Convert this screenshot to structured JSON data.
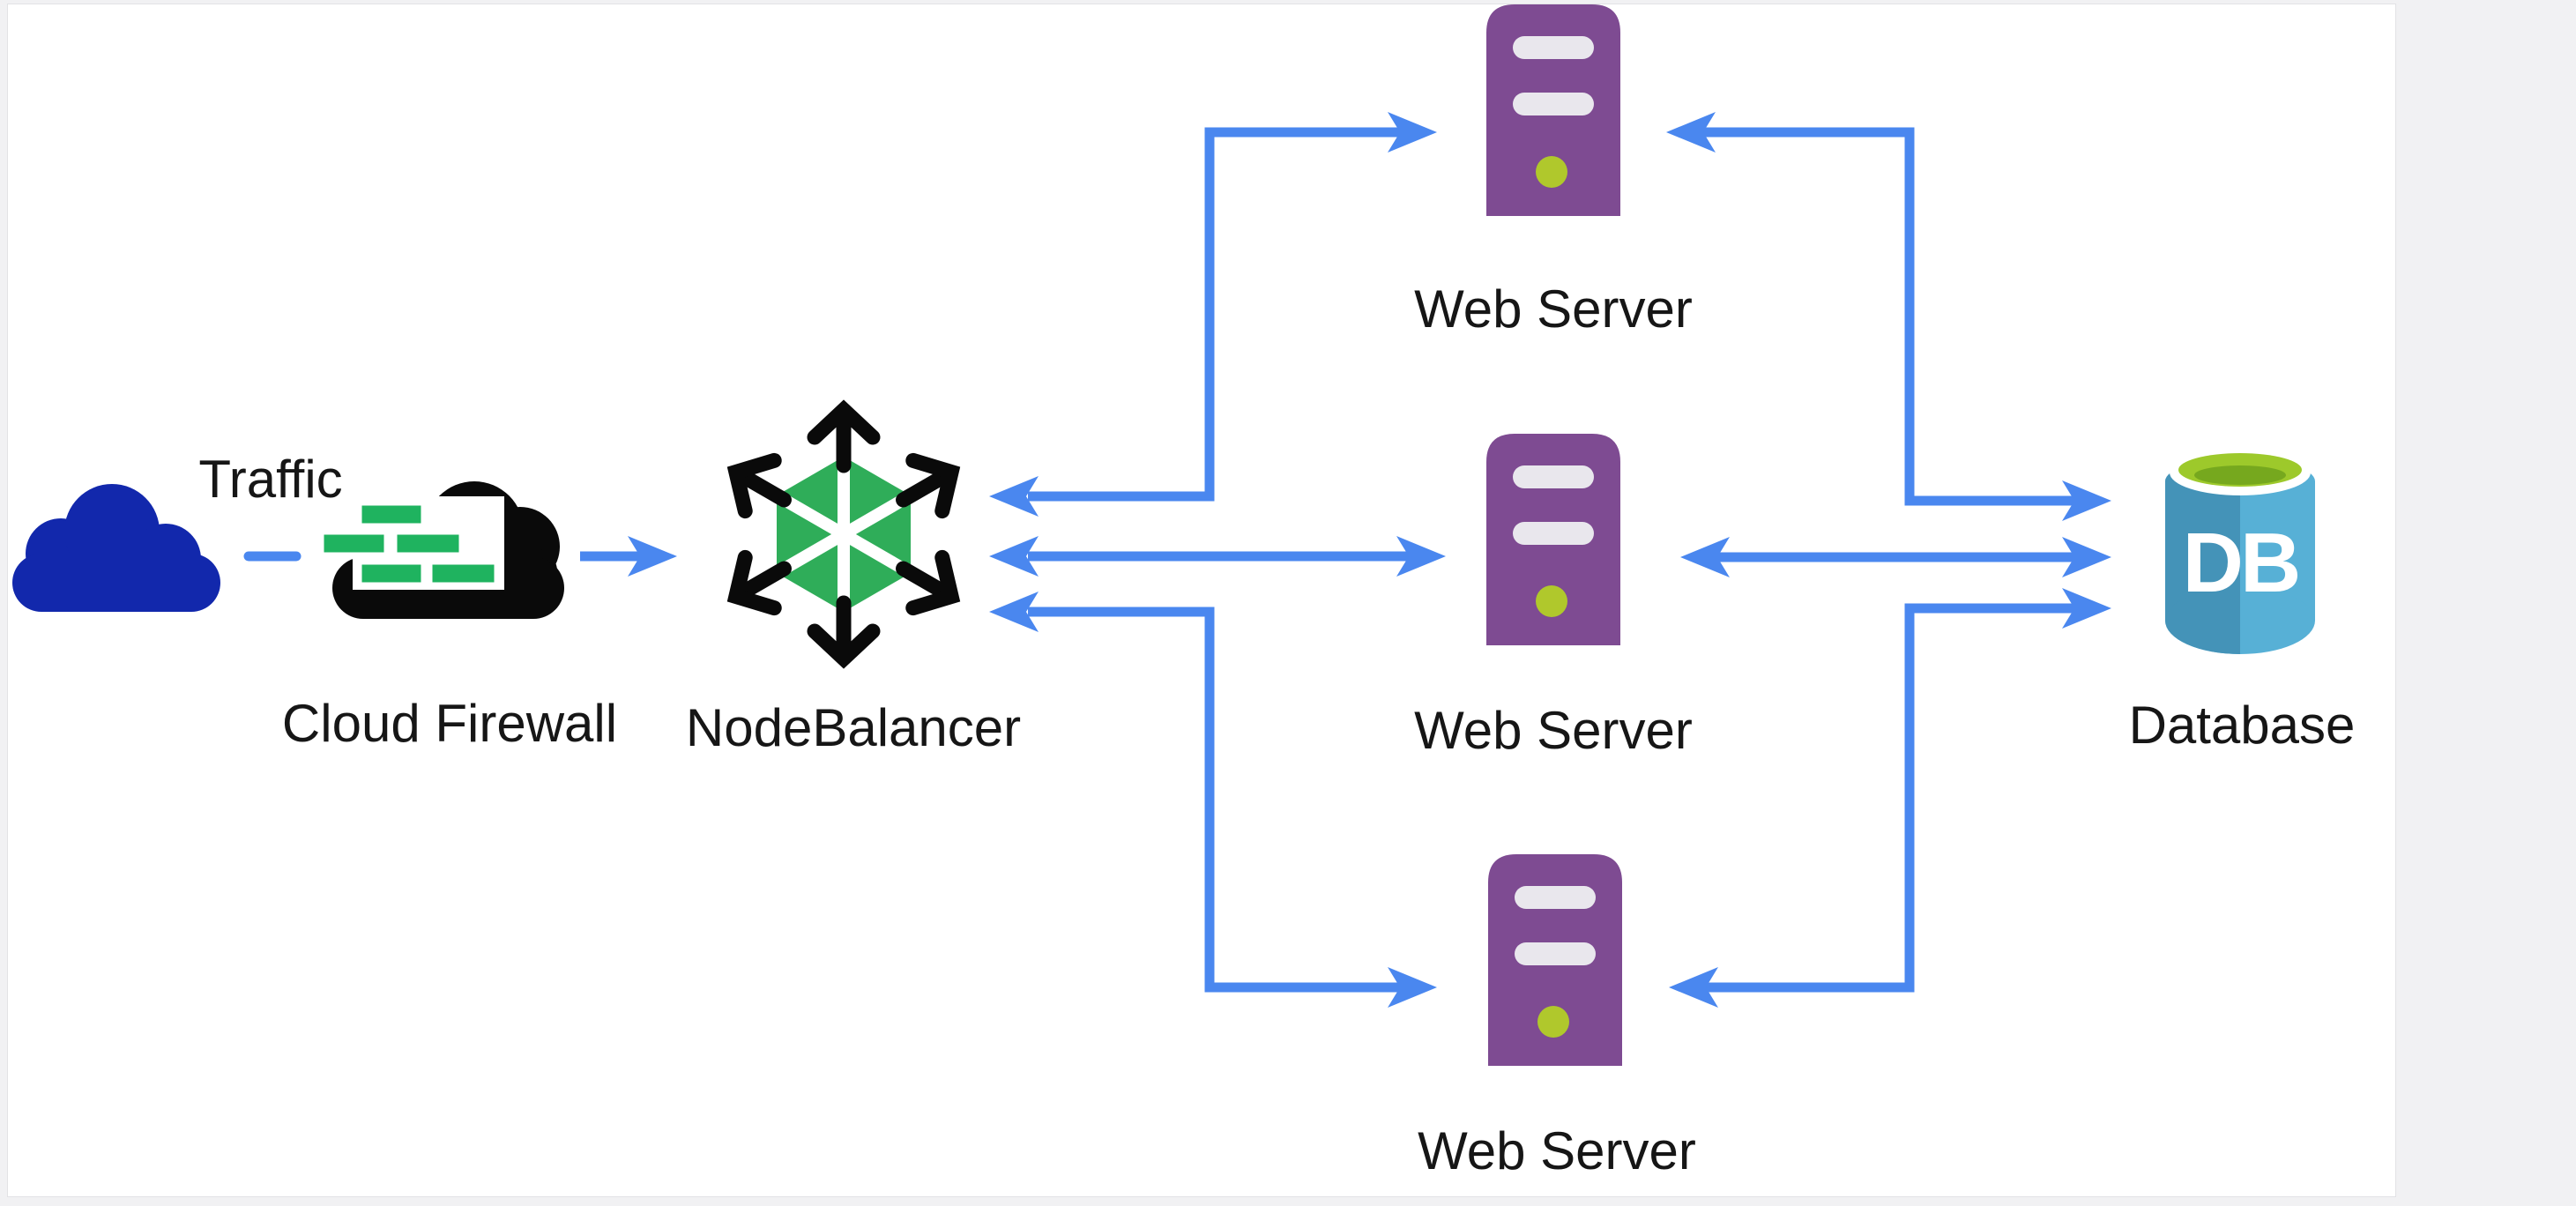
{
  "page": {
    "surface_color": "#f1f1f3",
    "canvas_color": "#ffffff"
  },
  "palette": {
    "connector_blue": "#4a87ef",
    "traffic_cloud_blue": "#1228ac",
    "firewall_black": "#0a0a0a",
    "brick_green": "#1fb35f",
    "nodebalancer_green": "#2fad59",
    "server_purple": "#7e4b92",
    "server_slot_gray": "#e9e7ed",
    "server_led_green": "#b0c82c",
    "db_body_left": "#4493b8",
    "db_body_right": "#57b0d6",
    "db_lid_green": "#9dc92b",
    "db_lid_inner_green": "#76a81e",
    "label_color": "#161616"
  },
  "nodes": {
    "traffic": {
      "label": "Traffic",
      "icon": "cloud-icon"
    },
    "cloud_firewall": {
      "label": "Cloud Firewall",
      "icon": "firewall-cloud-icon"
    },
    "nodebalancer": {
      "label": "NodeBalancer",
      "icon": "nodebalancer-hexagon-icon"
    },
    "web_server_top": {
      "label": "Web Server",
      "icon": "server-tower-icon"
    },
    "web_server_middle": {
      "label": "Web Server",
      "icon": "server-tower-icon"
    },
    "web_server_bottom": {
      "label": "Web Server",
      "icon": "server-tower-icon"
    },
    "database": {
      "label": "Database",
      "icon": "database-cylinder-icon",
      "badge": "DB"
    }
  },
  "links": [
    {
      "from": "traffic",
      "to": "cloud_firewall",
      "style": "dashed"
    },
    {
      "from": "cloud_firewall",
      "to": "nodebalancer",
      "style": "arrow"
    },
    {
      "from": "nodebalancer",
      "to": "web_server_top",
      "style": "double-arrow-elbow"
    },
    {
      "from": "nodebalancer",
      "to": "web_server_middle",
      "style": "double-arrow-straight"
    },
    {
      "from": "nodebalancer",
      "to": "web_server_bottom",
      "style": "double-arrow-elbow"
    },
    {
      "from": "web_server_top",
      "to": "database",
      "style": "double-arrow-elbow"
    },
    {
      "from": "web_server_middle",
      "to": "database",
      "style": "double-arrow-straight"
    },
    {
      "from": "web_server_bottom",
      "to": "database",
      "style": "double-arrow-elbow"
    }
  ]
}
